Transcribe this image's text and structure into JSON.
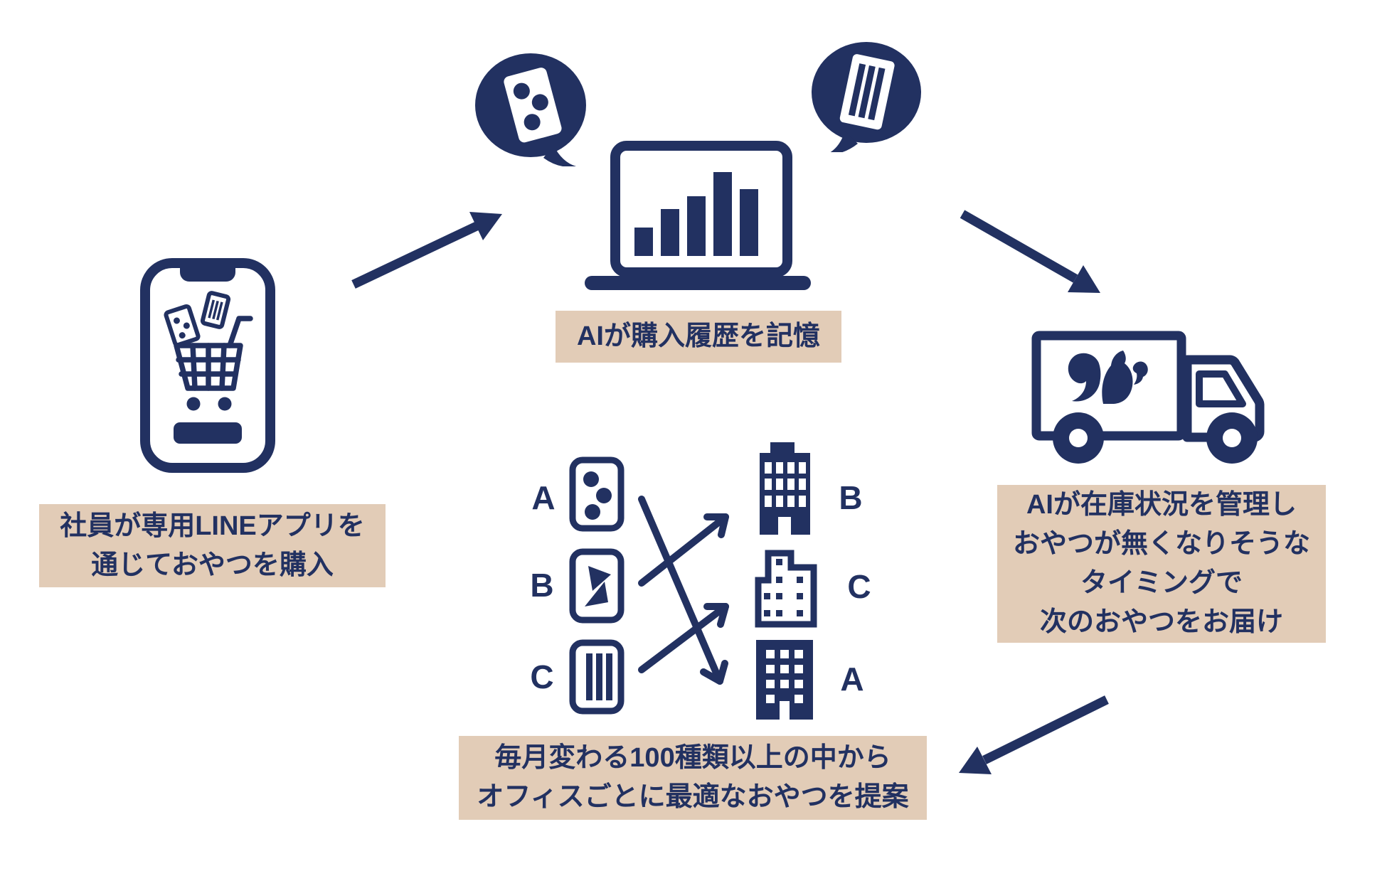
{
  "colors": {
    "navy": "#223161",
    "beige": "#e2ccb7",
    "background": "#ffffff"
  },
  "flow": {
    "step_purchase": {
      "icon": "smartphone-cart-icon",
      "caption_lines": [
        "社員が専用LINEアプリを",
        "通じておやつを購入"
      ]
    },
    "step_history": {
      "icon": "laptop-chart-icon",
      "bubble_icons": [
        "snack-dots-bubble-icon",
        "snack-stripes-bubble-icon"
      ],
      "caption_lines": [
        "AIが購入履歴を記憶"
      ]
    },
    "step_delivery": {
      "icon": "delivery-truck-icon",
      "caption_lines": [
        "AIが在庫状況を管理し",
        "おやつが無くなりそうな",
        "タイミングで",
        "次のおやつをお届け"
      ]
    },
    "step_proposal": {
      "icon": "snack-office-matching-diagram",
      "caption_lines": [
        "毎月変わる100種類以上の中から",
        "オフィスごとに最適なおやつを提案"
      ]
    }
  },
  "matching": {
    "snacks": [
      {
        "label": "A",
        "icon": "snack-package-dots-icon"
      },
      {
        "label": "B",
        "icon": "snack-package-triangles-icon"
      },
      {
        "label": "C",
        "icon": "snack-package-stripes-icon"
      }
    ],
    "offices": [
      {
        "label": "B",
        "icon": "office-building-solid-icon"
      },
      {
        "label": "C",
        "icon": "office-building-outline-icon"
      },
      {
        "label": "A",
        "icon": "office-building-solid-icon"
      }
    ],
    "assignments": [
      {
        "from": "A",
        "to": "A"
      },
      {
        "from": "B",
        "to": "B"
      },
      {
        "from": "C",
        "to": "C"
      }
    ]
  }
}
